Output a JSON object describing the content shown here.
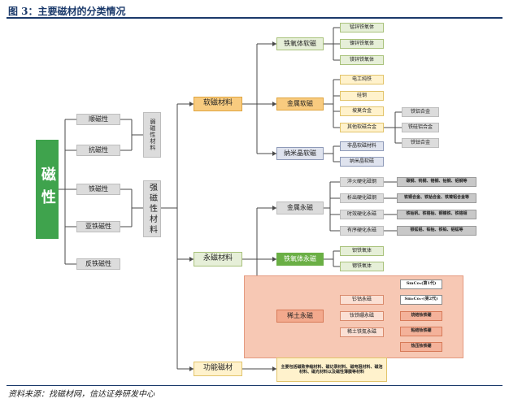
{
  "figure_title": "图 3：主要磁材的分类情况",
  "source": "资料来源：找磁材网，信达证券研发中心",
  "root_node": "磁性",
  "left_properties": [
    "顺磁性",
    "抗磁性",
    "铁磁性",
    "亚铁磁性",
    "反铁磁性"
  ],
  "weak_magnetic": "弱磁性材料",
  "strong_magnetic": "强磁性材料",
  "categories": {
    "soft": "软磁材料",
    "permanent": "永磁材料",
    "functional": "功能磁材"
  },
  "soft_branches": {
    "ferrite": "铁氧体软磁",
    "metal": "金属软磁",
    "nano": "纳米晶软磁"
  },
  "soft_ferrite_items": [
    "锰锌铁氧体",
    "镍锌铁氧体",
    "镁锌铁氧体"
  ],
  "metal_soft_items": [
    "电工纯铁",
    "硅钢",
    "坡莫合金",
    "其他软磁合金"
  ],
  "other_alloy_items": [
    "铁铝合金",
    "铁硅铝合金",
    "铁钴合金"
  ],
  "nano_items": [
    "非晶软磁材料",
    "纳米晶软磁"
  ],
  "permanent_branches": {
    "metal": "金属永磁",
    "ferrite": "铁氧体永磁",
    "rare_earth": "稀土永磁"
  },
  "metal_permanent_items": [
    {
      "name": "淬火硬化磁钢",
      "detail": "碳钢、钨钢、铬钢、钴钢、铝钢等"
    },
    {
      "name": "析出硬化磁钢",
      "detail": "铁铜合金、铁钴合金、铁镍铝合金等"
    },
    {
      "name": "时效硬化永磁",
      "detail": "铁钴钒、铁铬钴、铜镍铁、铁铬钼"
    },
    {
      "name": "有序硬化永磁",
      "detail": "银锰铝、铂钴、铁铂、铝锰等"
    }
  ],
  "ferrite_permanent_items": [
    "钡铁氧体",
    "锶铁氧体"
  ],
  "rare_earth_items": [
    "钐钴永磁",
    "钕铁硼永磁",
    "稀土铁氮永磁"
  ],
  "smco_items": [
    "SmCo₅(第1代)",
    "Sm₂Co₁₇(第2代)"
  ],
  "ndfeb_items": [
    "烧结钕铁硼",
    "粘结钕铁硼",
    "热压钕铁硼"
  ],
  "functional_desc": "主要包括磁致伸缩材料、磁记录材料、磁电阻材料、磁泡材料、磁光材料以及磁性薄膜等材料"
}
